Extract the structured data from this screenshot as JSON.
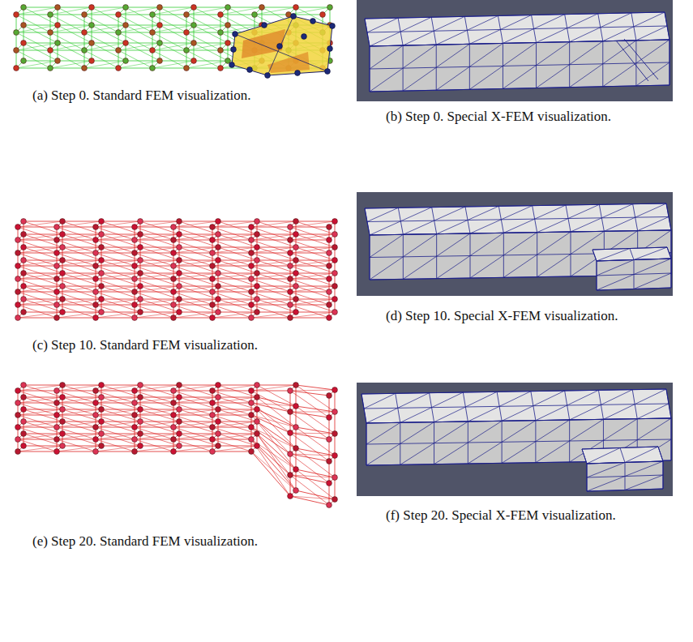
{
  "diagram": {
    "labels": [
      "(a) Step 0. Standard FEM visualization.",
      "(b) Step 0. Special X-FEM visualization.",
      "(c) Step 10. Standard FEM visualization.",
      "(d) Step 10. Special X-FEM visualization.",
      "(e) Step 20. Standard FEM visualization.",
      "(f) Step 20. Special X-FEM visualization."
    ]
  }
}
